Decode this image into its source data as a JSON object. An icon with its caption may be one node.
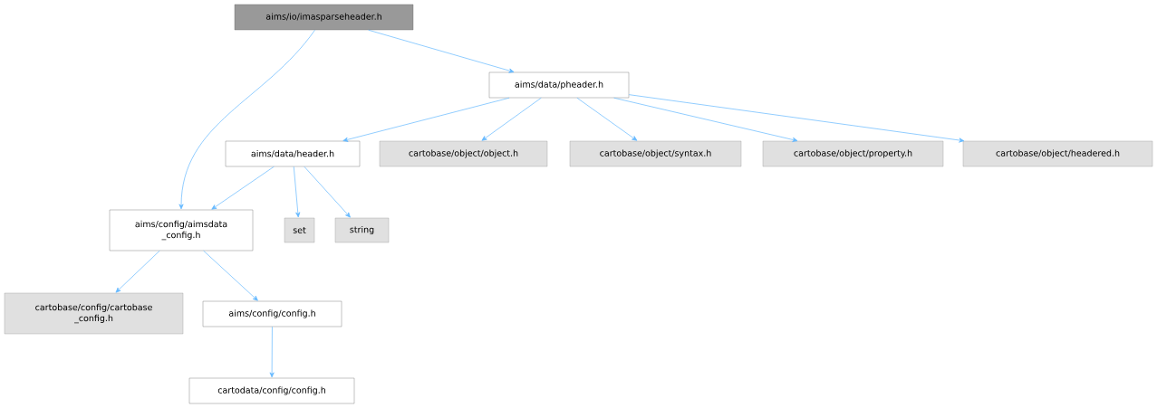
{
  "diagram": {
    "nodes": [
      {
        "text": [
          "aims/io/imasparseheader.h"
        ]
      },
      {
        "text": [
          "aims/data/pheader.h"
        ]
      },
      {
        "text": [
          "aims/data/header.h"
        ]
      },
      {
        "text": [
          "cartobase/object/object.h"
        ]
      },
      {
        "text": [
          "cartobase/object/syntax.h"
        ]
      },
      {
        "text": [
          "cartobase/object/property.h"
        ]
      },
      {
        "text": [
          "cartobase/object/headered.h"
        ]
      },
      {
        "text": [
          "aims/config/aimsdata _config.h"
        ]
      },
      {
        "text": [
          "set"
        ]
      },
      {
        "text": [
          "string"
        ]
      },
      {
        "text": [
          "cartobase/config/cartobase _config.h"
        ]
      },
      {
        "text": [
          "aims/config/config.h"
        ]
      },
      {
        "text": [
          "cartodata/config/config.h"
        ]
      }
    ],
    "edges": [
      {
        "from": 0,
        "to": 7,
        "arrow": "to"
      },
      {
        "from": 0,
        "to": 1,
        "arrow": "to"
      },
      {
        "from": 1,
        "to": 2,
        "arrow": "to"
      },
      {
        "from": 1,
        "to": 3,
        "arrow": "to"
      },
      {
        "from": 1,
        "to": 4,
        "arrow": "to"
      },
      {
        "from": 1,
        "to": 5,
        "arrow": "to"
      },
      {
        "from": 1,
        "to": 6,
        "arrow": "to"
      },
      {
        "from": 2,
        "to": 7,
        "arrow": "to"
      },
      {
        "from": 2,
        "to": 8,
        "arrow": "to"
      },
      {
        "from": 2,
        "to": 9,
        "arrow": "to"
      },
      {
        "from": 7,
        "to": 10,
        "arrow": "to"
      },
      {
        "from": 7,
        "to": 11,
        "arrow": "to"
      },
      {
        "from": 11,
        "to": 12,
        "arrow": "to"
      }
    ]
  }
}
